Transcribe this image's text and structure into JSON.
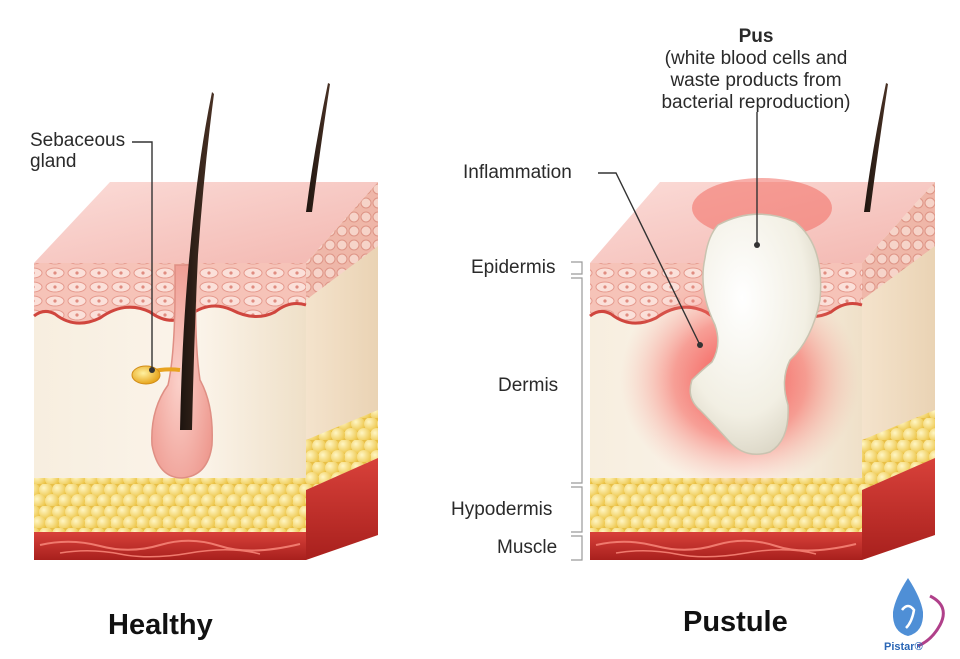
{
  "labels": {
    "sebaceous_line1": "Sebaceous",
    "sebaceous_line2": "gland",
    "inflammation": "Inflammation",
    "pus_title": "Pus",
    "pus_line1": "(white blood cells and",
    "pus_line2": "waste products from",
    "pus_line3": "bacterial reproduction)",
    "epidermis": "Epidermis",
    "dermis": "Dermis",
    "hypodermis": "Hypodermis",
    "muscle": "Muscle"
  },
  "captions": {
    "left": "Healthy",
    "right": "Pustule"
  },
  "logo": {
    "text": "Pistar",
    "mark": "®"
  },
  "colors": {
    "epidermis_top": "#f7c9c4",
    "epidermis_cells": "#f2b3a8",
    "dermis": "#f6ead7",
    "fat": "#f3d36a",
    "muscle": "#c8312c",
    "inflammation": "#f04a4a",
    "pus": "#f4f1e6"
  }
}
